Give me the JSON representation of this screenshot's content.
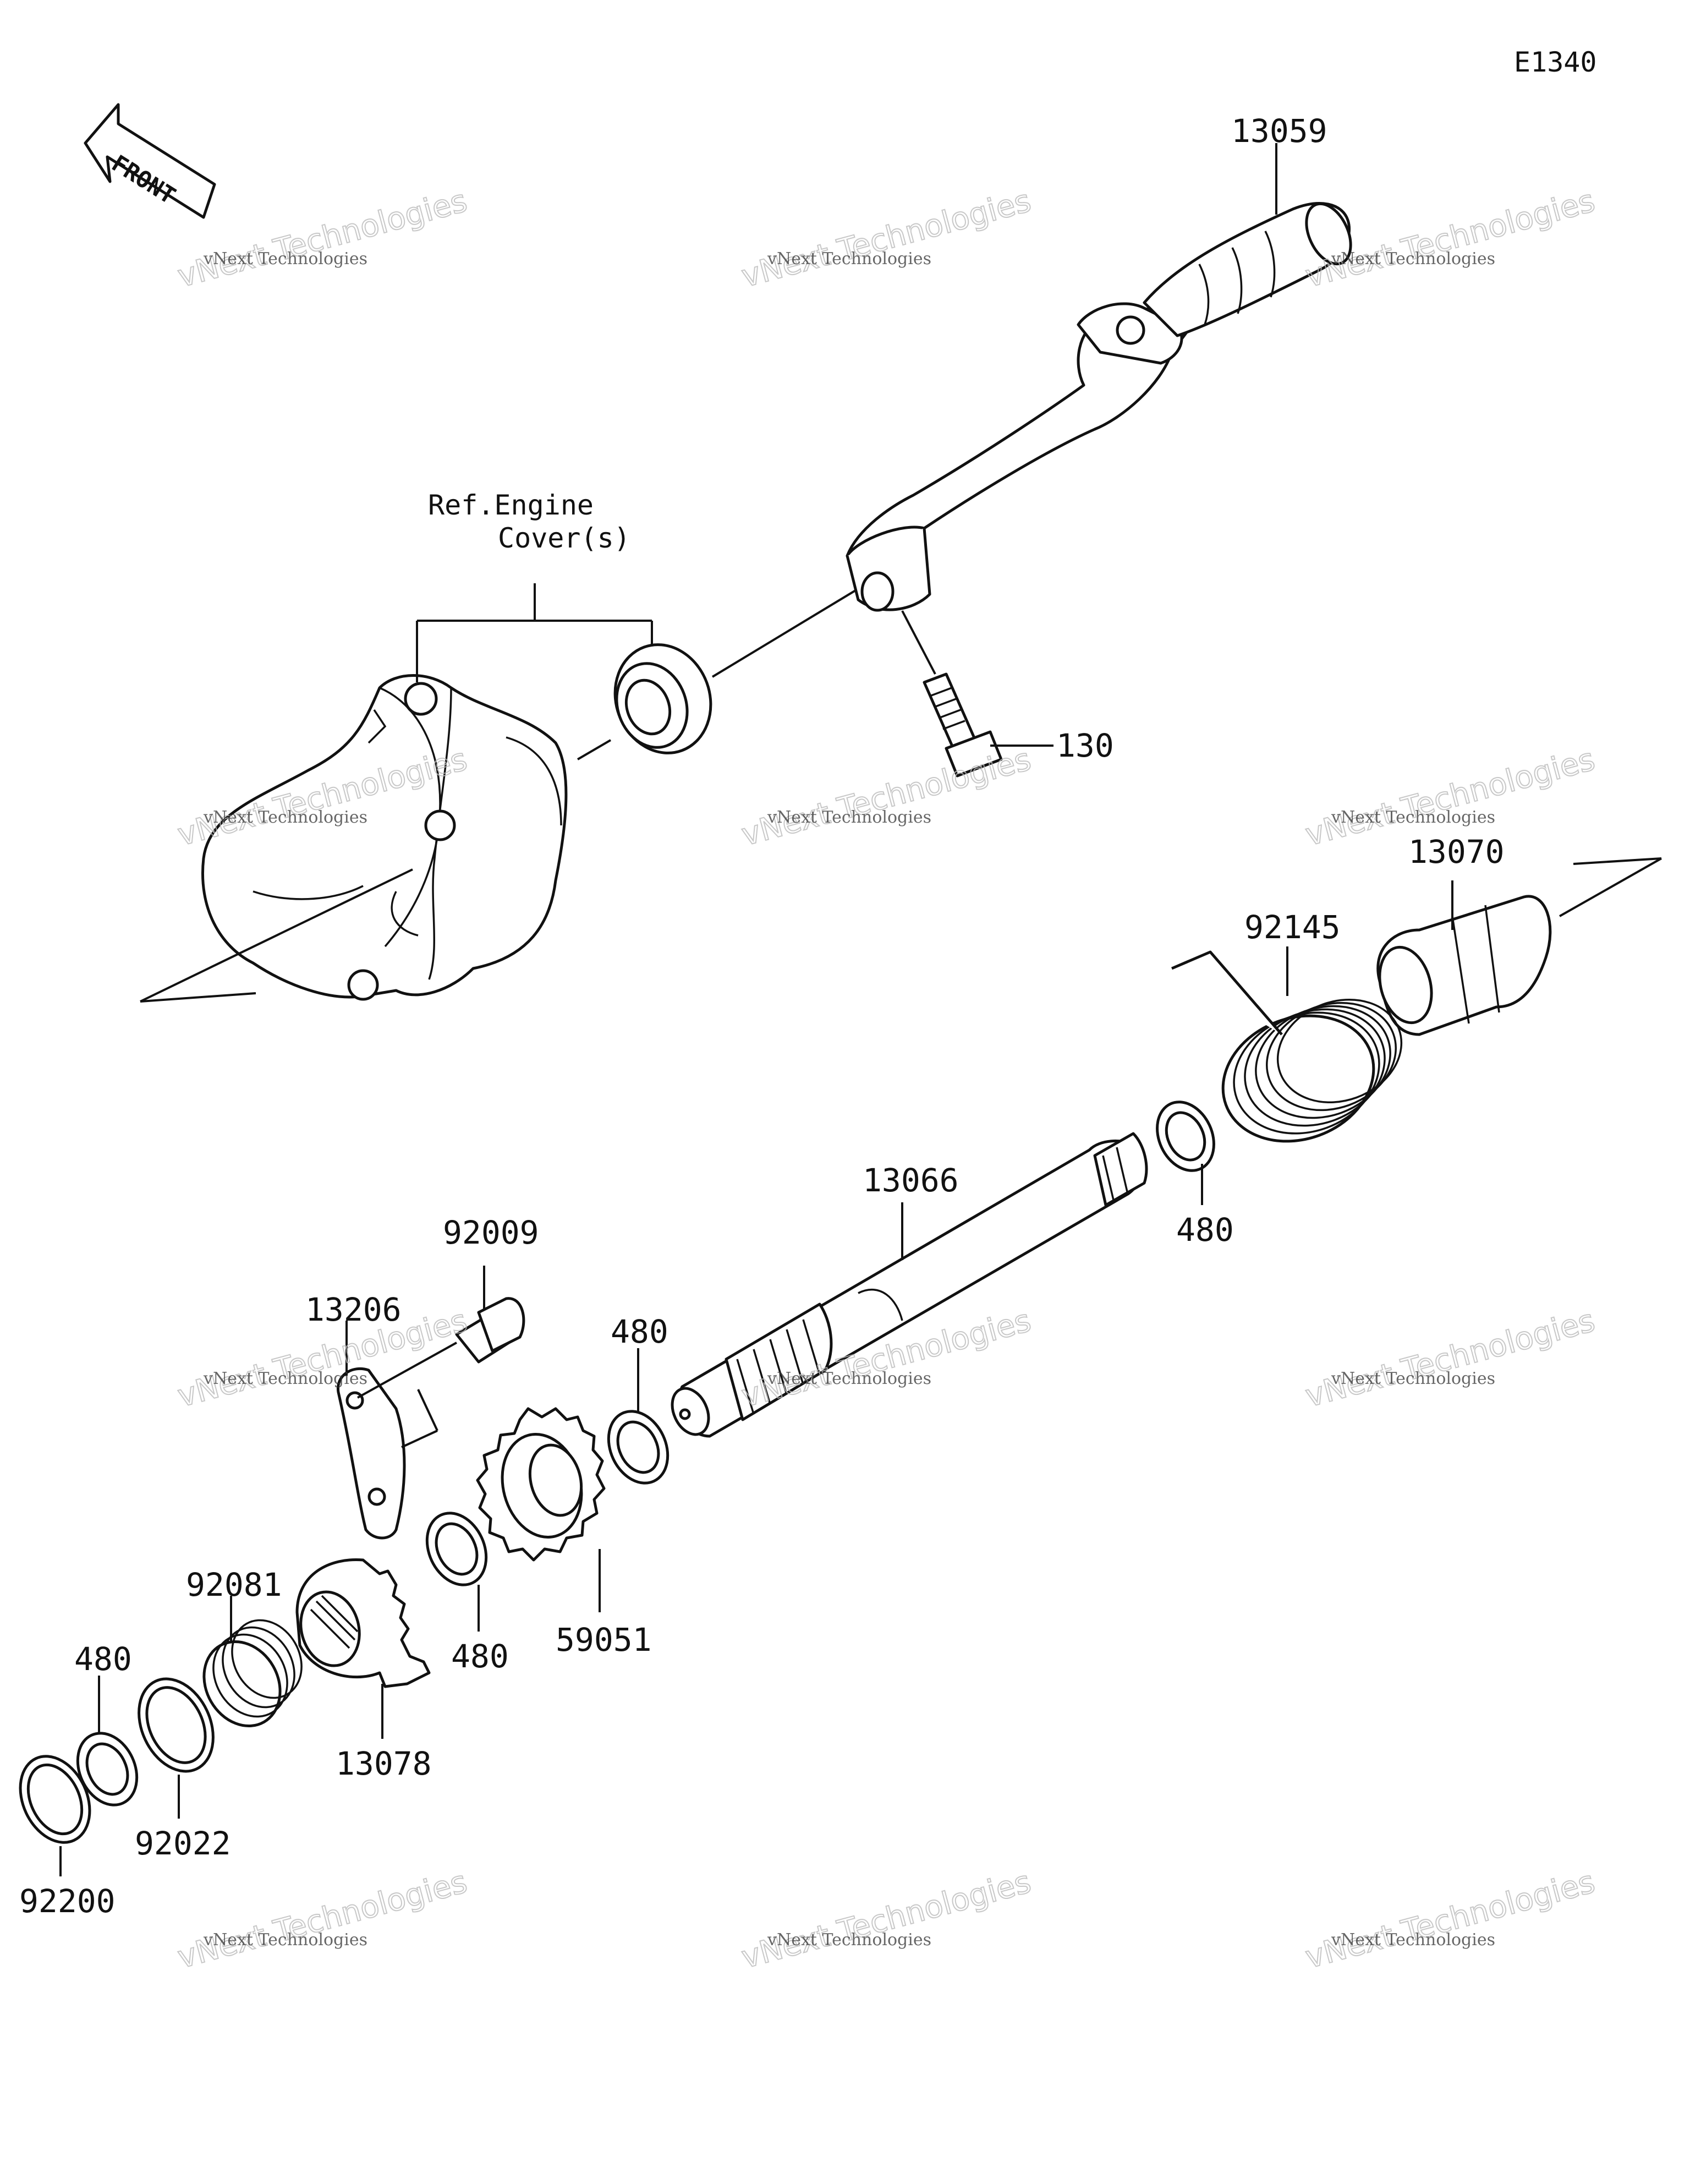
{
  "diagram_code": "E1340",
  "front_label": "FRONT",
  "ref_note": {
    "line1": "Ref.Engine",
    "line2": "Cover(s)"
  },
  "callouts": {
    "c13059": "13059",
    "c130": "130",
    "c13070": "13070",
    "c92145": "92145",
    "c13066": "13066",
    "c480_right": "480",
    "c92009": "92009",
    "c13206": "13206",
    "c480_mid": "480",
    "c92081": "92081",
    "c480_lower": "480",
    "c59051": "59051",
    "c480_left": "480",
    "c13078": "13078",
    "c92022": "92022",
    "c92200": "92200"
  },
  "watermark": {
    "line1": "vNext Technologies",
    "line2": "vNext Technologies"
  },
  "colors": {
    "ink": "#111111",
    "watermark": "#bbbbbb",
    "background": "#ffffff"
  }
}
